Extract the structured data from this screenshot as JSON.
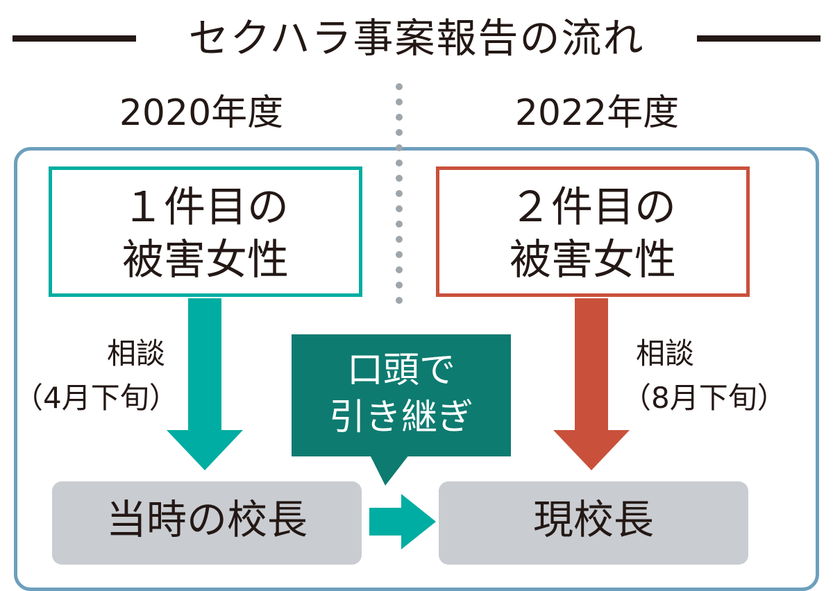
{
  "title": "セクハラ事案報告の流れ",
  "years": {
    "left": "2020年度",
    "right": "2022年度"
  },
  "victims": {
    "first": {
      "line1": "１件目の",
      "line2": "被害女性"
    },
    "second": {
      "line1": "２件目の",
      "line2": "被害女性"
    }
  },
  "consultations": {
    "first": {
      "action": "相談",
      "when": "（4月下旬）"
    },
    "second": {
      "action": "相談",
      "when": "（8月下旬）"
    }
  },
  "handover": {
    "line1": "口頭で",
    "line2": "引き継ぎ"
  },
  "principals": {
    "former": "当時の校長",
    "current": "現校長"
  },
  "colors": {
    "teal": "#00ada2",
    "red": "#c9513b",
    "dark_teal": "#0e7b70",
    "grey_box": "#c9ccd0",
    "panel_border": "#6d9fbd",
    "text": "#231815",
    "divider_dots": "#9ea6ab"
  }
}
